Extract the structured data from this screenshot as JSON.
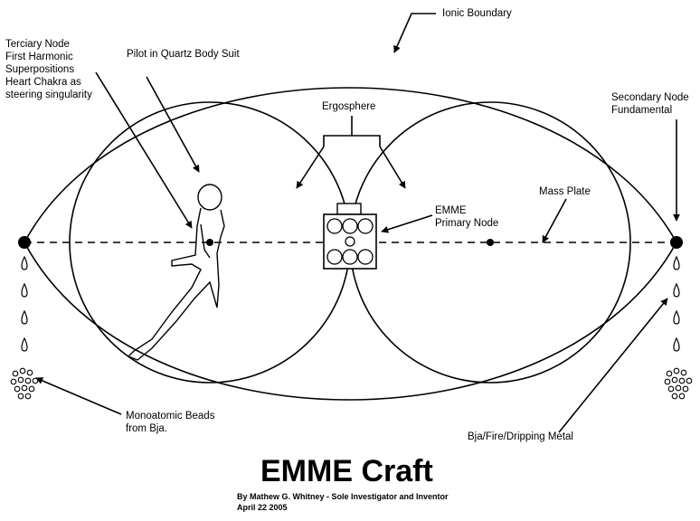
{
  "labels": {
    "ionic_boundary": "Ionic Boundary",
    "tertiary_node": [
      "Terciary Node",
      "First Harmonic",
      "Superpositions",
      "Heart Chakra as",
      "steering singularity"
    ],
    "pilot": "Pilot in Quartz Body Suit",
    "ergosphere": "Ergosphere",
    "secondary_node": [
      "Secondary Node",
      "Fundamental"
    ],
    "primary_node": [
      "EMME",
      "Primary Node"
    ],
    "mass_plate": "Mass Plate",
    "beads": [
      "Monoatomic Beads",
      "from Bja."
    ],
    "dripping_metal": "Bja/Fire/Dripping Metal"
  },
  "title": "EMME Craft",
  "credit": [
    "By Mathew G. Whitney - Sole Investigator and Inventor",
    "April 22 2005"
  ],
  "colors": {
    "ink": "#000000",
    "background": "#ffffff"
  }
}
